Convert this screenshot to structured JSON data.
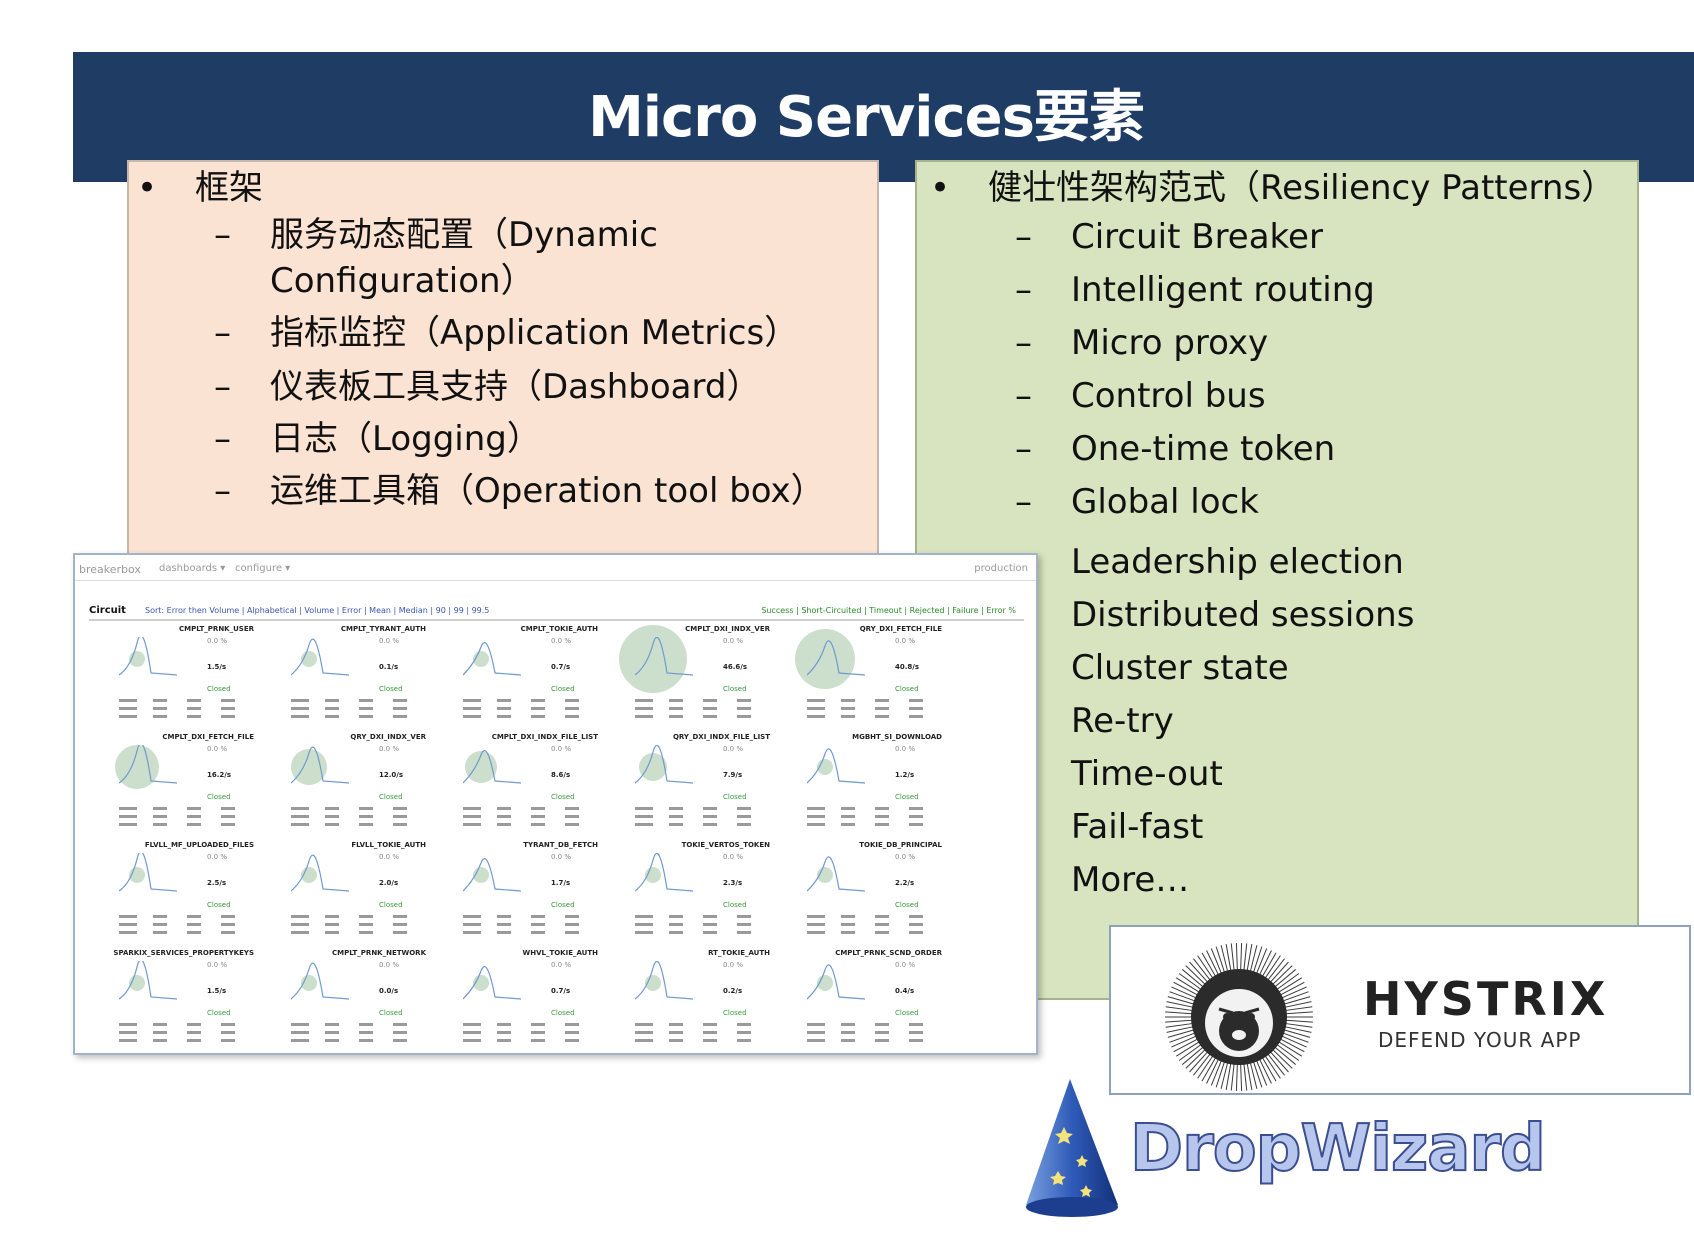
{
  "slide": {
    "title": "Micro Services要素"
  },
  "left_panel": {
    "heading": "框架",
    "items": [
      {
        "line1": "服务动态配置（Dynamic",
        "line2": "Configuration）"
      },
      {
        "line1": "指标监控（Application Metrics）"
      },
      {
        "line1": "仪表板工具支持（Dashboard）"
      },
      {
        "line1": "日志（Logging）"
      },
      {
        "line1": "运维工具箱（Operation tool box）"
      }
    ]
  },
  "right_panel": {
    "heading": "健壮性架构范式（Resiliency Patterns）",
    "dashed_items": [
      "Circuit Breaker",
      "Intelligent routing",
      "Micro proxy",
      "Control bus",
      "One-time token",
      "Global lock"
    ],
    "plain_items": [
      "Leadership election",
      "Distributed sessions",
      "Cluster state",
      "Re-try",
      "Time-out",
      "Fail-fast",
      "More…"
    ]
  },
  "dashboard": {
    "app_name": "breakerbox",
    "menu": [
      "dashboards ▾",
      "configure ▾"
    ],
    "env": "production",
    "section_label": "Circuit",
    "sort_text": "Sort: Error then Volume | Alphabetical | Volume | Error | Mean | Median | 90 | 99 | 99.5",
    "legend_text": "Success | Short-Circuited | Timeout | Rejected | Failure | Error %",
    "circuits": [
      "CMPLT_PRNK_USER",
      "CMPLT_TYRANT_AUTH",
      "CMPLT_TOKIE_AUTH",
      "CMPLT_DXI_INDX_VER",
      "QRY_DXI_FETCH_FILE",
      "CMPLT_DXI_FETCH_FILE",
      "QRY_DXI_INDX_VER",
      "CMPLT_DXI_INDX_FILE_LIST",
      "QRY_DXI_INDX_FILE_LIST",
      "MGBHT_SI_DOWNLOAD",
      "FLVLL_MF_UPLOADED_FILES",
      "FLVLL_TOKIE_AUTH",
      "TYRANT_DB_FETCH",
      "TOKIE_VERTOS_TOKEN",
      "TOKIE_DB_PRINCIPAL",
      "SPARKIX_SERVICES_PROPERTYKEYS",
      "CMPLT_PRNK_NETWORK",
      "WHVL_TOKIE_AUTH",
      "RT_TOKIE_AUTH",
      "CMPLT_PRNK_SCND_ORDER"
    ],
    "host_rates": [
      "1.5/s",
      "0.1/s",
      "0.7/s",
      "46.6/s",
      "40.8/s",
      "16.2/s",
      "12.0/s",
      "8.6/s",
      "7.9/s",
      "1.2/s",
      "2.5/s",
      "2.0/s",
      "1.7/s",
      "2.3/s",
      "2.2/s",
      "1.5/s",
      "0.0/s",
      "0.7/s",
      "0.2/s",
      "0.4/s"
    ],
    "error_pct": "0.0 %",
    "circuit_state": "Closed"
  },
  "hystrix": {
    "logo_icon": "hystrix-porcupine-icon",
    "title": "HYSTRIX",
    "tagline": "DEFEND YOUR APP"
  },
  "dropwizard": {
    "logo_icon": "wizard-hat-icon",
    "title": "DropWizard"
  },
  "colors": {
    "header": "#1f3d64",
    "left_panel": "#fbe3d3",
    "right_panel": "#d8e4bf"
  }
}
